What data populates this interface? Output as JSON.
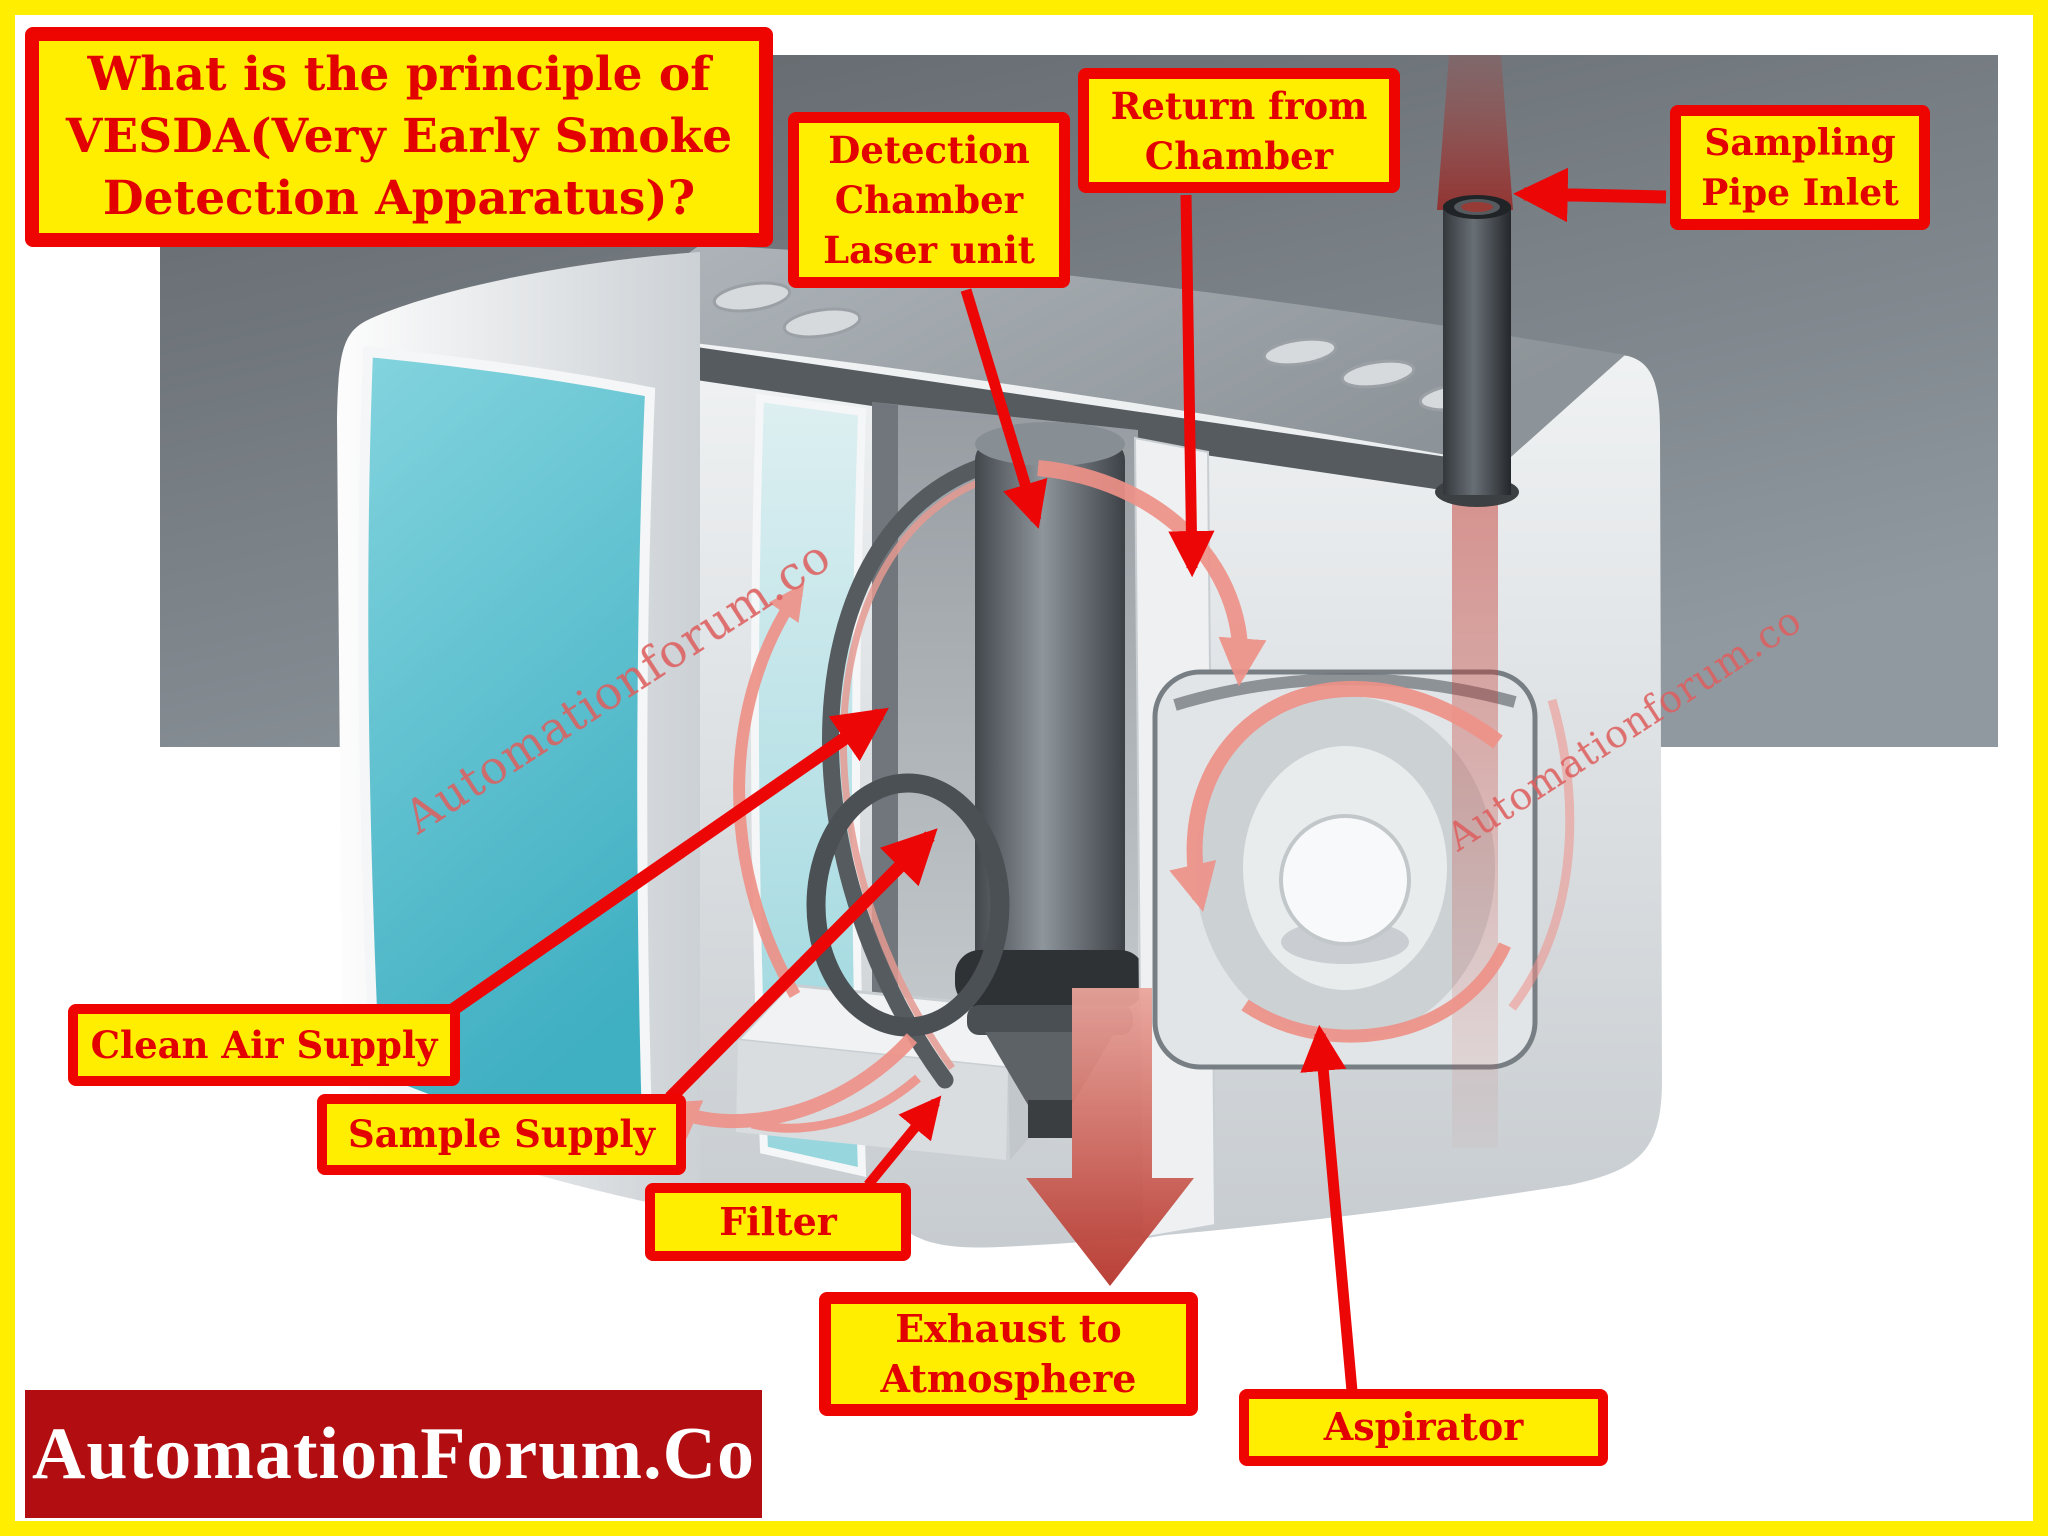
{
  "page": {
    "border_color": "#ffee00",
    "background": "#ffffff",
    "backdrop_top_color": "#62676c",
    "backdrop_bottom_color": "#8f969d"
  },
  "title": {
    "lines": [
      "What is the principle of",
      "VESDA(Very Early Smoke",
      "Detection Apparatus)?"
    ]
  },
  "callouts": {
    "detection_chamber": {
      "lines": [
        "Detection",
        "Chamber",
        "Laser unit"
      ]
    },
    "return_from_chamber": {
      "lines": [
        "Return from",
        "Chamber"
      ]
    },
    "sampling_pipe_inlet": {
      "lines": [
        "Sampling",
        "Pipe Inlet"
      ]
    },
    "clean_air_supply": {
      "label": "Clean Air Supply"
    },
    "sample_supply": {
      "label": "Sample Supply"
    },
    "filter": {
      "label": "Filter"
    },
    "exhaust_to_atmosphere": {
      "lines": [
        "Exhaust to",
        "Atmosphere"
      ]
    },
    "aspirator": {
      "label": "Aspirator"
    }
  },
  "watermarks": {
    "left": "Automationforum.co",
    "right": "Automationforum.co"
  },
  "footer": {
    "brand": "AutomationForum.Co",
    "background": "#b20d10",
    "text_color": "#ffffff"
  },
  "colors": {
    "callout_fill": "#ffee00",
    "callout_border": "#ee0400",
    "callout_text": "#e20000",
    "annotation_arrow_red": "#ec0606",
    "airflow_arrow_salmon": "#ee9188",
    "watermark_red": "#dd5f5f",
    "beam_red": "#a8231e",
    "device_teal": "#4db4c5"
  }
}
